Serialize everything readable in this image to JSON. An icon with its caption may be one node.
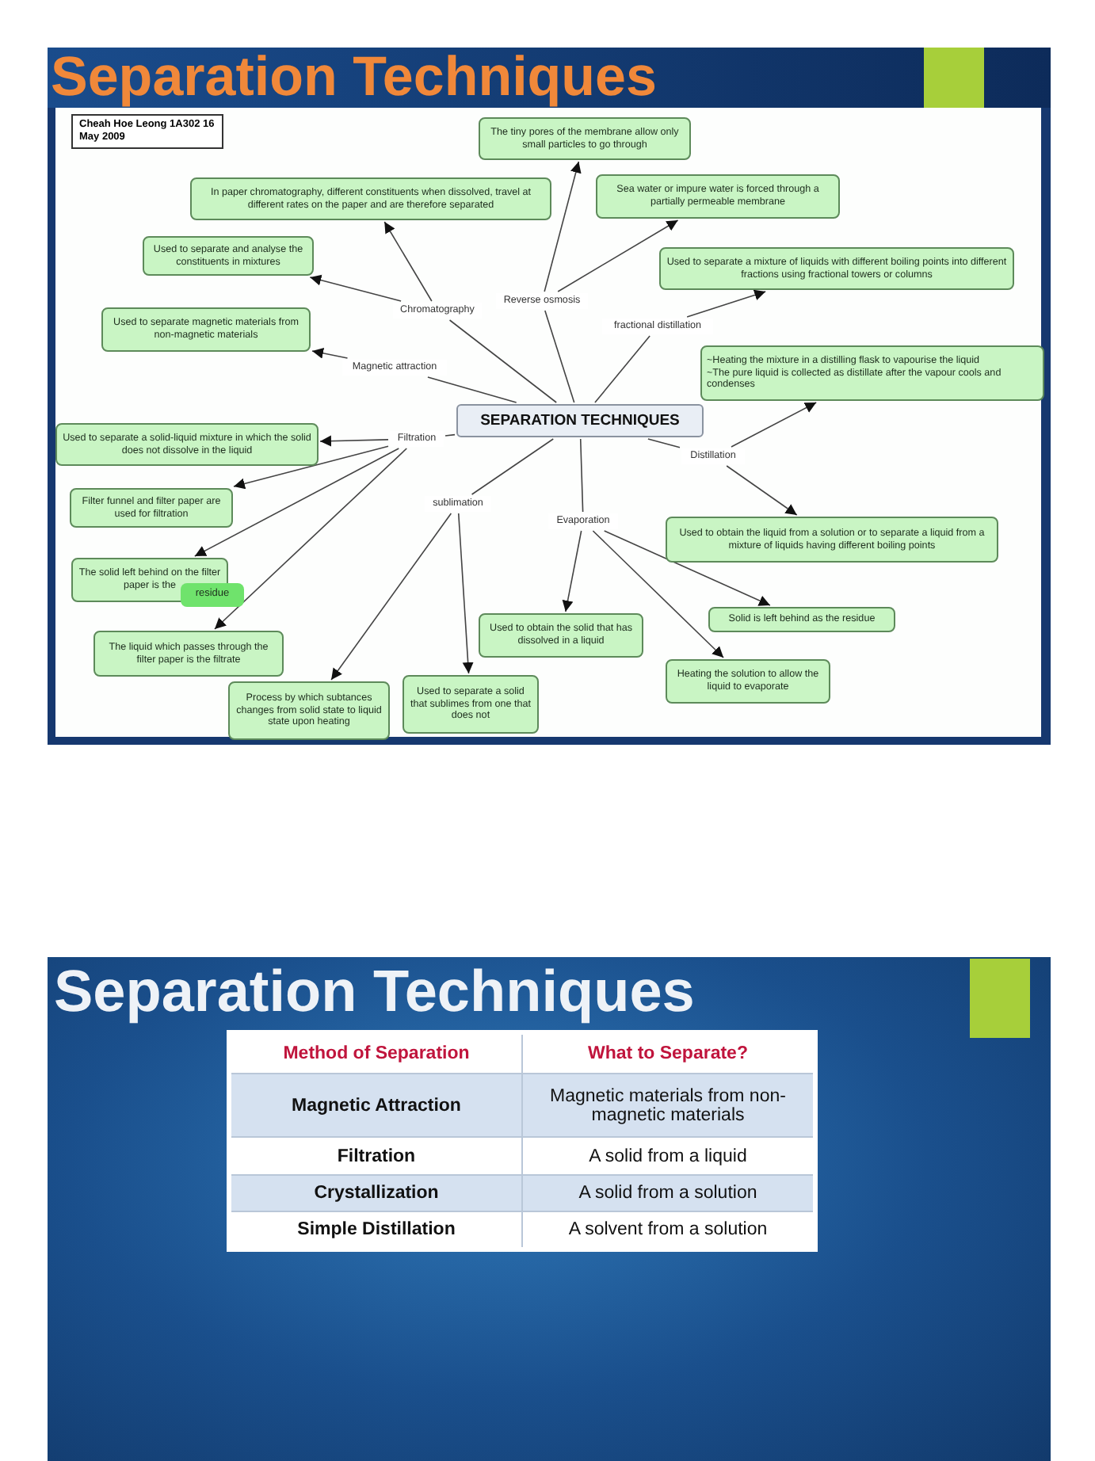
{
  "diagram": {
    "title": "Separation Techniques",
    "nodes": [
      {
        "text": [
          "Cheah Hoe Leong 1A302 16 May 2009"
        ]
      },
      {
        "text": [
          "SEPARATION TECHNIQUES"
        ]
      },
      {
        "text": [
          "Chromatography"
        ]
      },
      {
        "text": [
          "Reverse osmosis"
        ]
      },
      {
        "text": [
          "fractional distillation"
        ]
      },
      {
        "text": [
          "Magnetic attraction"
        ]
      },
      {
        "text": [
          "Filtration"
        ]
      },
      {
        "text": [
          "Distillation"
        ]
      },
      {
        "text": [
          "sublimation"
        ]
      },
      {
        "text": [
          "Evaporation"
        ]
      },
      {
        "text": [
          "The tiny pores of the membrane allow only small particles to go through"
        ]
      },
      {
        "text": [
          "In paper chromatography, different constituents when dissolved, travel at different rates on the paper and are therefore separated"
        ]
      },
      {
        "text": [
          "Sea water or impure water is forced through a partially permeable membrane"
        ]
      },
      {
        "text": [
          "Used to separate and analyse the constituents in mixtures"
        ]
      },
      {
        "text": [
          "Used to separate a mixture of liquids with different boiling points into different fractions using fractional towers or columns"
        ]
      },
      {
        "text": [
          "Used to separate magnetic materials from non-magnetic materials"
        ]
      },
      {
        "text": [
          "~Heating the mixture in a distilling flask to vapourise the liquid",
          "~The pure liquid is collected as distillate after the vapour cools and condenses"
        ]
      },
      {
        "text": [
          "Used to separate a solid-liquid mixture in which the solid does not dissolve in the liquid"
        ]
      },
      {
        "text": [
          "Filter funnel and filter paper are used for filtration"
        ]
      },
      {
        "text": [
          "The solid left behind on the filter paper is the"
        ]
      },
      {
        "text": [
          "Used to obtain the liquid from a solution or to separate a liquid from a mixture of liquids having different boiling points"
        ]
      },
      {
        "text": [
          "Solid is left behind as the residue"
        ]
      },
      {
        "text": [
          "Used to obtain the solid that has dissolved in a liquid"
        ]
      },
      {
        "text": [
          "The liquid which passes through the filter paper is the filtrate"
        ]
      },
      {
        "text": [
          "Heating the solution to allow the liquid to evaporate"
        ]
      },
      {
        "text": [
          "Process by which subtances changes from solid state to liquid state upon heating"
        ]
      },
      {
        "text": [
          "Used to separate a solid that sublimes from one that does not"
        ]
      },
      {
        "text": [
          "residue"
        ]
      }
    ],
    "edges": [
      {
        "from": 1,
        "to": 2,
        "arrow": "none"
      },
      {
        "from": 1,
        "to": 3,
        "arrow": "none"
      },
      {
        "from": 1,
        "to": 4,
        "arrow": "none"
      },
      {
        "from": 1,
        "to": 5,
        "arrow": "none"
      },
      {
        "from": 1,
        "to": 6,
        "arrow": "none"
      },
      {
        "from": 1,
        "to": 7,
        "arrow": "none"
      },
      {
        "from": 1,
        "to": 8,
        "arrow": "none"
      },
      {
        "from": 1,
        "to": 9,
        "arrow": "none"
      },
      {
        "from": 2,
        "to": 11,
        "arrow": "to"
      },
      {
        "from": 2,
        "to": 13,
        "arrow": "to"
      },
      {
        "from": 3,
        "to": 10,
        "arrow": "to"
      },
      {
        "from": 3,
        "to": 12,
        "arrow": "to"
      },
      {
        "from": 4,
        "to": 14,
        "arrow": "to"
      },
      {
        "from": 5,
        "to": 15,
        "arrow": "to"
      },
      {
        "from": 6,
        "to": 17,
        "arrow": "to"
      },
      {
        "from": 6,
        "to": 18,
        "arrow": "to"
      },
      {
        "from": 6,
        "to": 19,
        "arrow": "to"
      },
      {
        "from": 6,
        "to": 23,
        "arrow": "to"
      },
      {
        "from": 7,
        "to": 16,
        "arrow": "to"
      },
      {
        "from": 7,
        "to": 20,
        "arrow": "to"
      },
      {
        "from": 8,
        "to": 25,
        "arrow": "to"
      },
      {
        "from": 8,
        "to": 26,
        "arrow": "to"
      },
      {
        "from": 9,
        "to": 22,
        "arrow": "to"
      },
      {
        "from": 9,
        "to": 21,
        "arrow": "to"
      },
      {
        "from": 9,
        "to": 24,
        "arrow": "to"
      }
    ],
    "labels": [
      "Separation Techniques",
      "Method of Separation",
      "What to Separate?",
      "Magnetic Attraction",
      "Magnetic materials from non-magnetic materials",
      "Filtration",
      "A solid from a liquid",
      "Crystallization",
      "A solid from a solution",
      "Simple Distillation",
      "A solvent from a solution"
    ]
  }
}
